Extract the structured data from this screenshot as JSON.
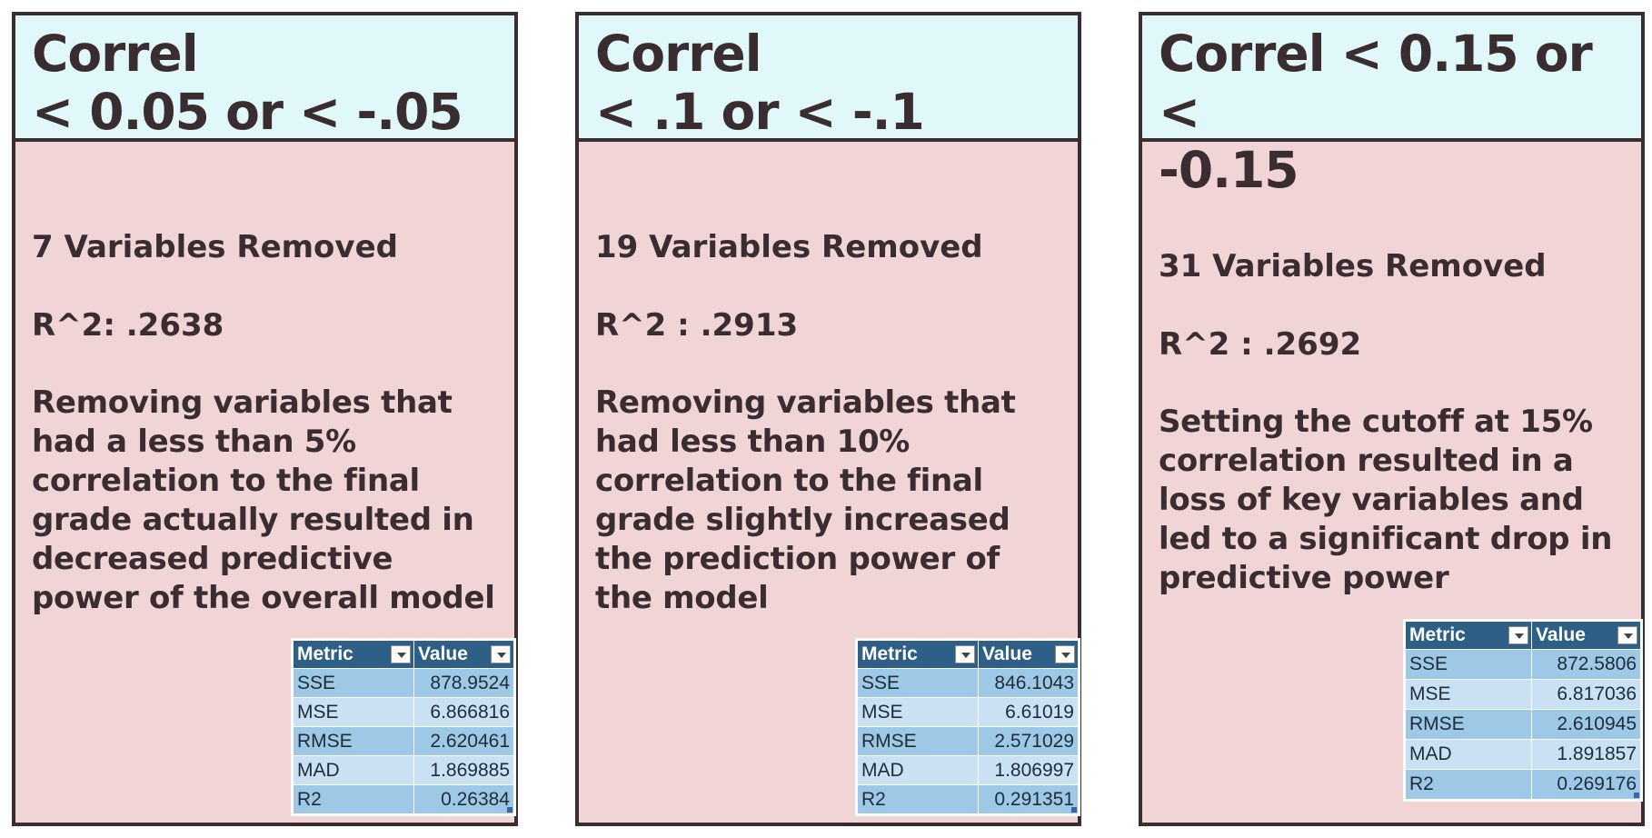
{
  "panels": [
    {
      "title": "Correl\n< 0.05 or < -.05",
      "removed": "7 Variables Removed",
      "r2": "R^2: .2638",
      "description": "Removing variables that had a less than 5% correlation to the final grade actually resulted in decreased predictive power of the overall model",
      "table": {
        "headers": [
          "Metric",
          "Value"
        ],
        "rows": [
          [
            "SSE",
            "878.9524"
          ],
          [
            "MSE",
            "6.866816"
          ],
          [
            "RMSE",
            "2.620461"
          ],
          [
            "MAD",
            "1.869885"
          ],
          [
            "R2",
            "0.26384"
          ]
        ]
      }
    },
    {
      "title": "Correl\n< .1 or < -.1",
      "removed": "19 Variables Removed",
      "r2": "R^2 : .2913",
      "description": "Removing variables that had less than 10% correlation to the final grade slightly increased the prediction power of the model",
      "table": {
        "headers": [
          "Metric",
          "Value"
        ],
        "rows": [
          [
            "SSE",
            "846.1043"
          ],
          [
            "MSE",
            "6.61019"
          ],
          [
            "RMSE",
            "2.571029"
          ],
          [
            "MAD",
            "1.806997"
          ],
          [
            "R2",
            "0.291351"
          ]
        ]
      }
    },
    {
      "title": "Correl < 0.15 or <\n-0.15",
      "removed": "31 Variables Removed",
      "r2": "R^2 : .2692",
      "description": "Setting the cutoff at 15% correlation resulted in a loss of key variables and led to a significant drop in predictive power",
      "table": {
        "headers": [
          "Metric",
          "Value"
        ],
        "rows": [
          [
            "SSE",
            "872.5806"
          ],
          [
            "MSE",
            "6.817036"
          ],
          [
            "RMSE",
            "2.610945"
          ],
          [
            "MAD",
            "1.891857"
          ],
          [
            "R2",
            "0.269176"
          ]
        ]
      }
    }
  ],
  "colors": {
    "header_bg": "#e1f8fa",
    "body_bg": "#f1d4d6",
    "border": "#3a2d2f",
    "table_header": "#2e5f86",
    "table_row_dark": "#9dc8e6",
    "table_row_light": "#c9e1f2"
  }
}
